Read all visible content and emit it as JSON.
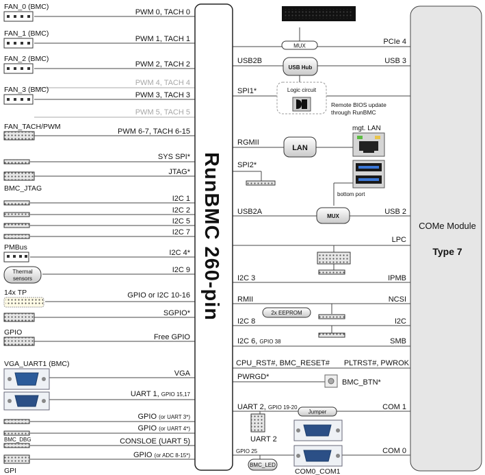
{
  "left_connectors": {
    "fan0": "FAN_0 (BMC)",
    "fan1": "FAN_1 (BMC)",
    "fan2": "FAN_2 (BMC)",
    "fan3": "FAN_3 (BMC)",
    "fan_tach": "FAN_TACH/PWM",
    "bmc_jtag": "BMC_JTAG",
    "pmbus": "PMBus",
    "thermal_1": "Thermal",
    "thermal_2": "sensors",
    "tp": "14x TP",
    "gpio": "GPIO",
    "vga_uart": "VGA_UART1 (BMC)",
    "bmc_dbg": "BMC_DBG",
    "gpi": "GPI"
  },
  "left_signals": {
    "pwm0": "PWM 0, TACH 0",
    "pwm1": "PWM 1, TACH 1",
    "pwm2": "PWM 2, TACH 2",
    "pwm4": "PWM 4, TACH 4",
    "pwm3": "PWM 3, TACH 3",
    "pwm5": "PWM 5, TACH 5",
    "pwm67": "PWM 6-7, TACH 6-15",
    "sys_spi": "SYS SPI*",
    "jtag": "JTAG*",
    "i2c1": "I2C 1",
    "i2c2": "I2C 2",
    "i2c5": "I2C 5",
    "i2c7": "I2C 7",
    "i2c4": "I2C 4*",
    "i2c9": "I2C 9",
    "gpio_i2c": "GPIO or I2C 10-16",
    "sgpio": "SGPIO*",
    "free_gpio": "Free GPIO",
    "vga": "VGA",
    "uart1_main": "UART 1, ",
    "uart1_small": "GPIO 15,17",
    "gpio_uart3": "GPIO ",
    "gpio_uart3_small": "(or UART 3*)",
    "gpio_uart4": "GPIO ",
    "gpio_uart4_small": "(or UART 4*)",
    "consloe": "CONSLOE (UART 5)",
    "gpio_adc": "GPIO ",
    "gpio_adc_small": "(or ADC 8-15*)"
  },
  "runbmc": "RunBMC 260-pin",
  "center": {
    "mux_top": "MUX",
    "usb_hub": "USB Hub",
    "logic_circuit": "Logic circuit",
    "remote_bios_1": "Remote BIOS update",
    "remote_bios_2": "through RunBMC",
    "lan": "LAN",
    "mgt_lan": "mgt. LAN",
    "bottom_port": "bottom port",
    "mux_usb": "MUX",
    "eeprom": "2x EEPROM",
    "bmc_btn": "BMC_BTN*",
    "jumper": "Jumper",
    "uart2_label": "UART 2",
    "gpio25": "GPIO 25",
    "bmc_led": "BMC_LED",
    "com0_com1": "COM0_COM1"
  },
  "right_signals": {
    "usb2b": "USB2B",
    "spi1": "SPI1*",
    "rgmii": "RGMII",
    "spi2": "SPI2*",
    "usb2a": "USB2A",
    "i2c3": "I2C 3",
    "rmii": "RMII",
    "i2c8": "I2C 8",
    "i2c6": "I2C 6, ",
    "i2c6_small": "GPIO 38",
    "cpu_rst": "CPU_RST#, BMC_RESET#",
    "pwrgd": "PWRGD*",
    "uart2": "UART 2, ",
    "uart2_small": "GPIO 19-20"
  },
  "come_signals": {
    "pcie4": "PCIe 4",
    "usb3": "USB 3",
    "usb2": "USB 2",
    "lpc": "LPC",
    "ipmb": "IPMB",
    "ncsi": "NCSI",
    "i2c": "I2C",
    "smb": "SMB",
    "pltrst": "PLTRST#, PWROK",
    "com1": "COM 1",
    "com0": "COM 0"
  },
  "come_module": {
    "title": "COMe Module",
    "type": "Type 7"
  }
}
